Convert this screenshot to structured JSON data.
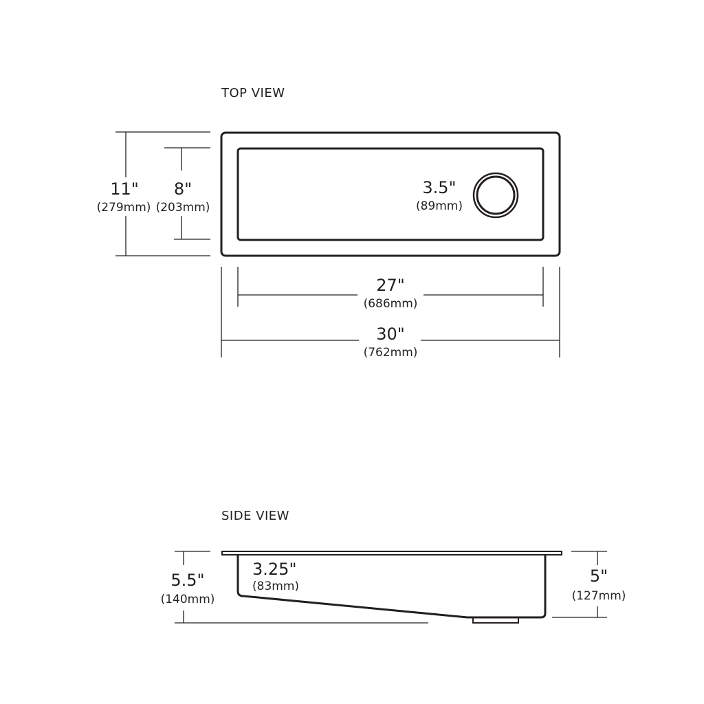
{
  "top_view": {
    "title": "TOP VIEW",
    "outer_height": {
      "primary": "11\"",
      "secondary": "(279mm)"
    },
    "inner_height": {
      "primary": "8\"",
      "secondary": "(203mm)"
    },
    "drain_diameter": {
      "primary": "3.5\"",
      "secondary": "(89mm)"
    },
    "inner_width": {
      "primary": "27\"",
      "secondary": "(686mm)"
    },
    "outer_width": {
      "primary": "30\"",
      "secondary": "(762mm)"
    }
  },
  "side_view": {
    "title": "SIDE VIEW",
    "max_depth": {
      "primary": "5.5\"",
      "secondary": "(140mm)"
    },
    "min_depth": {
      "primary": "3.25\"",
      "secondary": "(83mm)"
    },
    "drain_end_depth": {
      "primary": "5\"",
      "secondary": "(127mm)"
    }
  }
}
